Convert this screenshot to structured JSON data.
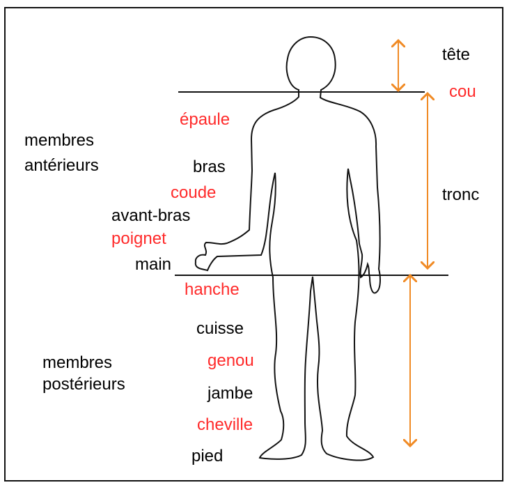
{
  "colors": {
    "label_black": "#000000",
    "label_red": "#ff2a2a",
    "arrow_orange": "#f08a24",
    "outline": "#111111"
  },
  "labels": {
    "head": "tête",
    "neck": "cou",
    "trunk": "tronc",
    "shoulder": "épaule",
    "arm": "bras",
    "elbow": "coude",
    "forearm": "avant-bras",
    "wrist": "poignet",
    "hand": "main",
    "hip": "hanche",
    "thigh": "cuisse",
    "knee": "genou",
    "leg": "jambe",
    "ankle": "cheville",
    "foot": "pied",
    "upper_limbs_1": "membres",
    "upper_limbs_2": "antérieurs",
    "lower_limbs_1": "membres",
    "lower_limbs_2": "postérieurs"
  }
}
